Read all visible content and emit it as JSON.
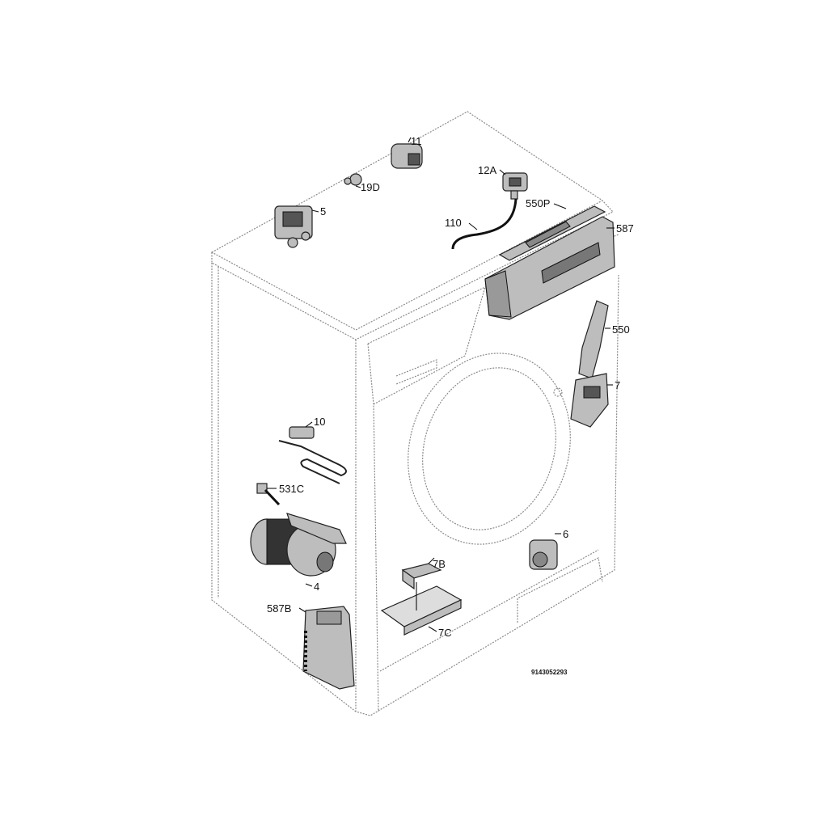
{
  "diagram": {
    "drawing_number": "9143052293",
    "parts": [
      {
        "id": "11"
      },
      {
        "id": "12A"
      },
      {
        "id": "19D"
      },
      {
        "id": "5"
      },
      {
        "id": "550P"
      },
      {
        "id": "110"
      },
      {
        "id": "587"
      },
      {
        "id": "550"
      },
      {
        "id": "7"
      },
      {
        "id": "10"
      },
      {
        "id": "531C"
      },
      {
        "id": "4"
      },
      {
        "id": "6"
      },
      {
        "id": "7B"
      },
      {
        "id": "7C"
      },
      {
        "id": "587B"
      }
    ]
  }
}
